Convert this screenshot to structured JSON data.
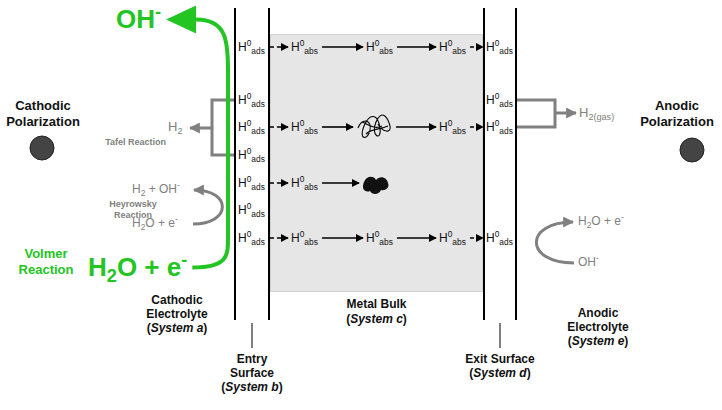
{
  "diagram": {
    "nodes": [
      {
        "text": [
          "Metal Bulk (System c)"
        ]
      }
    ],
    "labels": [
      "OH-",
      "Cathodic Polarization",
      "Tafel Reaction",
      "H2",
      "H2 + OH-",
      "Heyrowsky Reaction",
      "H2O + e-",
      "Volmer Reaction",
      "H2O + e-",
      "Cathodic Electrolyte (System a)",
      "Entry Surface (System b)",
      "Exit Surface (System d)",
      "Anodic Polarization",
      "H2(gas)",
      "H2O + e-",
      "OH-",
      "Anodic Electrolyte (System e)",
      "H0ads",
      "H0abs",
      "H0abs",
      "H0abs",
      "H0ads",
      "H0ads",
      "H0ads",
      "H0ads",
      "H0abs",
      "H0abs",
      "H0ads",
      "H0ads",
      "H0ads",
      "H0abs",
      "H0ads",
      "H0ads",
      "H0abs",
      "H0abs",
      "H0abs",
      "H0ads"
    ]
  }
}
